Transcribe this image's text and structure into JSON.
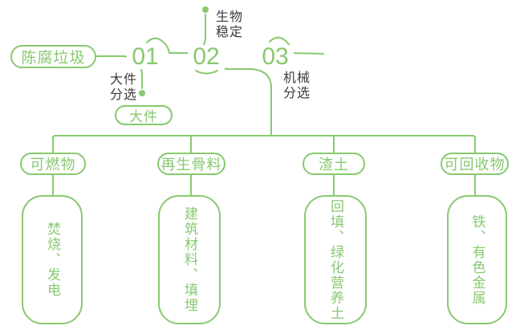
{
  "diagram": {
    "title_hint": "陈腐垃圾处理流程图",
    "colors": {
      "green": "#87c96f",
      "label_dark": "#3b3b3b",
      "background": "#ffffff"
    },
    "source": {
      "label": "陈腐垃圾"
    },
    "steps": [
      {
        "num": "01",
        "label": "大件\n分选",
        "output": "大件"
      },
      {
        "num": "02",
        "label": "生物\n稳定"
      },
      {
        "num": "03",
        "label": "机械\n分选"
      }
    ],
    "branches": [
      {
        "category": "可燃物",
        "result": "焚烧、发电"
      },
      {
        "category": "再生骨料",
        "result": "建筑材料、填埋"
      },
      {
        "category": "渣土",
        "result": "回填、绿化营养土"
      },
      {
        "category": "可回收物",
        "result": "铁、有色金属"
      }
    ]
  }
}
